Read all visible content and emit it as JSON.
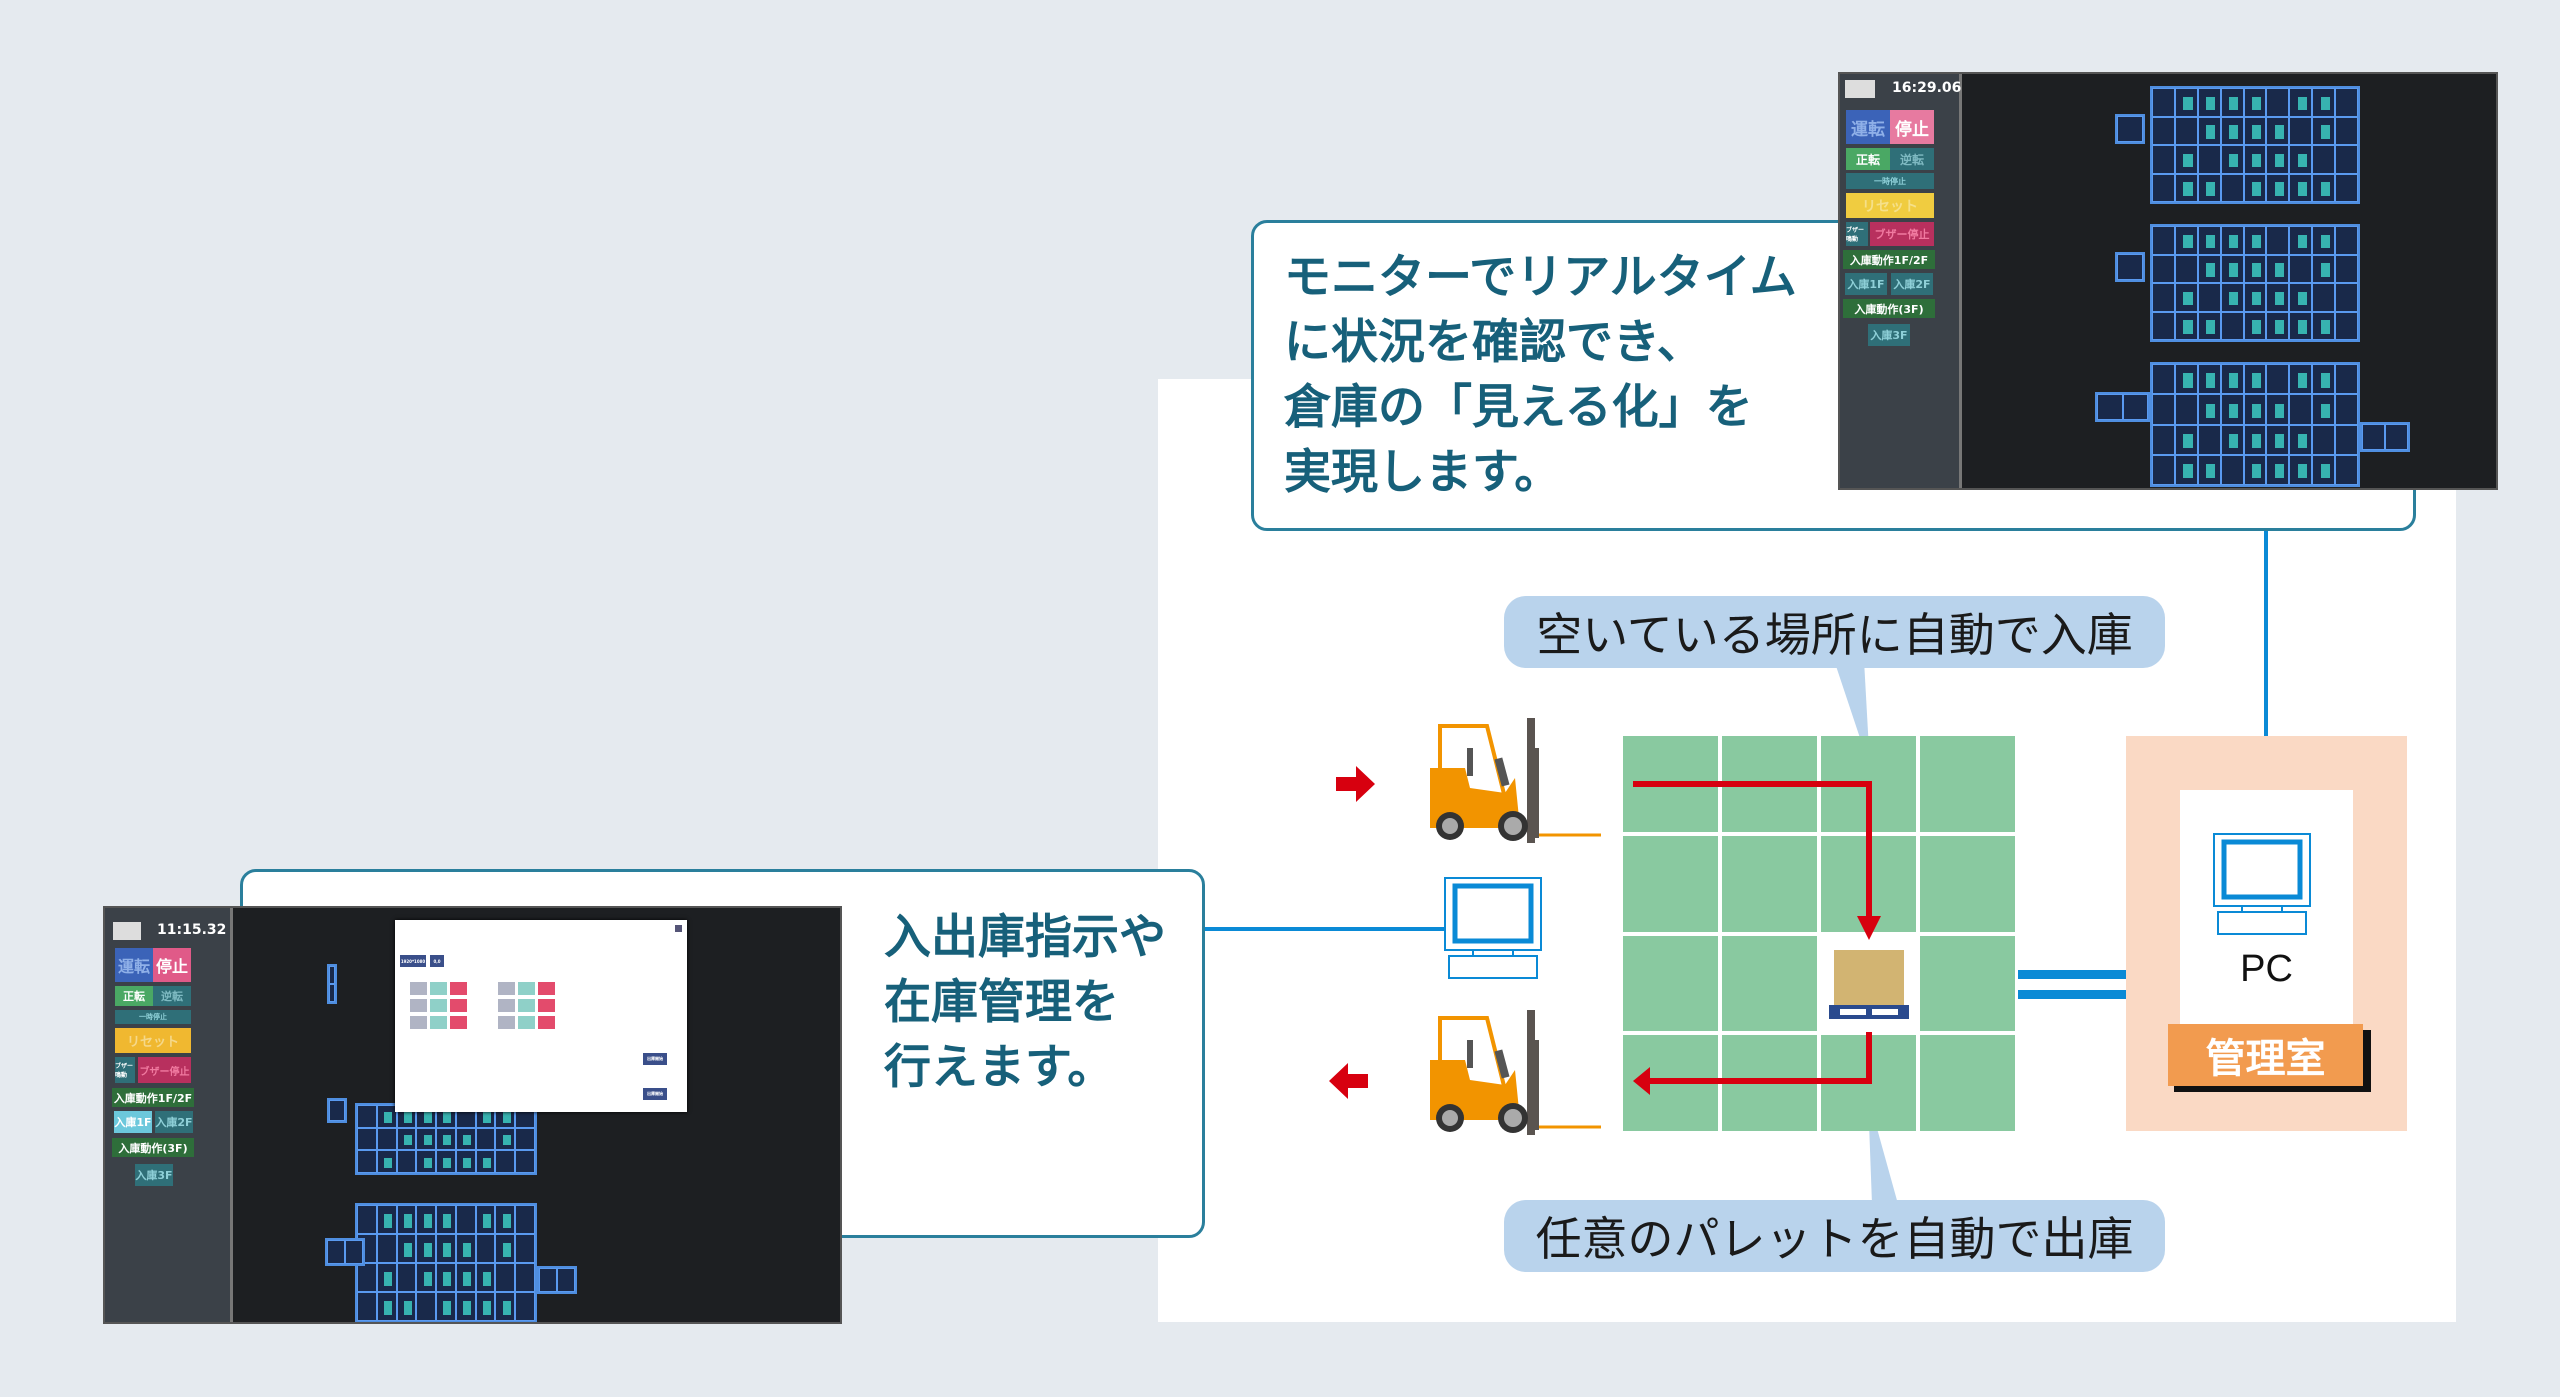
{
  "callout_top": {
    "lines": [
      "モニターでリアルタイム",
      "に状況を確認でき、",
      "倉庫の「見える化」を",
      "実現します。"
    ]
  },
  "callout_bottom": {
    "lines": [
      "入出庫指示や",
      "在庫管理を",
      "行えます。"
    ]
  },
  "bubble_in": "空いている場所に自動で入庫",
  "bubble_out": "任意のパレットを自動で出庫",
  "pc_label": "PC",
  "room_label": "管理室",
  "monitor_top": {
    "time": "16:29.06",
    "buttons": {
      "run": "運転",
      "stop": "停止",
      "forward": "正転",
      "reverse": "逆転",
      "pause": "一時停止",
      "reset": "リセット",
      "buzzer": "ブザー鳴動",
      "buzzer_stop": "ブザー停止",
      "in12": "入庫動作1F/2F",
      "in1": "入庫1F",
      "in2": "入庫2F",
      "in3op": "入庫動作(3F)",
      "in3": "入庫3F"
    }
  },
  "monitor_bottom": {
    "time": "11:15.32",
    "dialog_buttons": [
      "1920*1080",
      "0,0"
    ],
    "dialog_action": "出庫開始"
  },
  "colors": {
    "teal": "#17607a",
    "green": "#89c9a0",
    "red": "#d7000f",
    "blue": "#0a8ad6",
    "orange": "#f29b4f",
    "peach": "#fad9c4",
    "bubble": "#b9d3ec"
  }
}
